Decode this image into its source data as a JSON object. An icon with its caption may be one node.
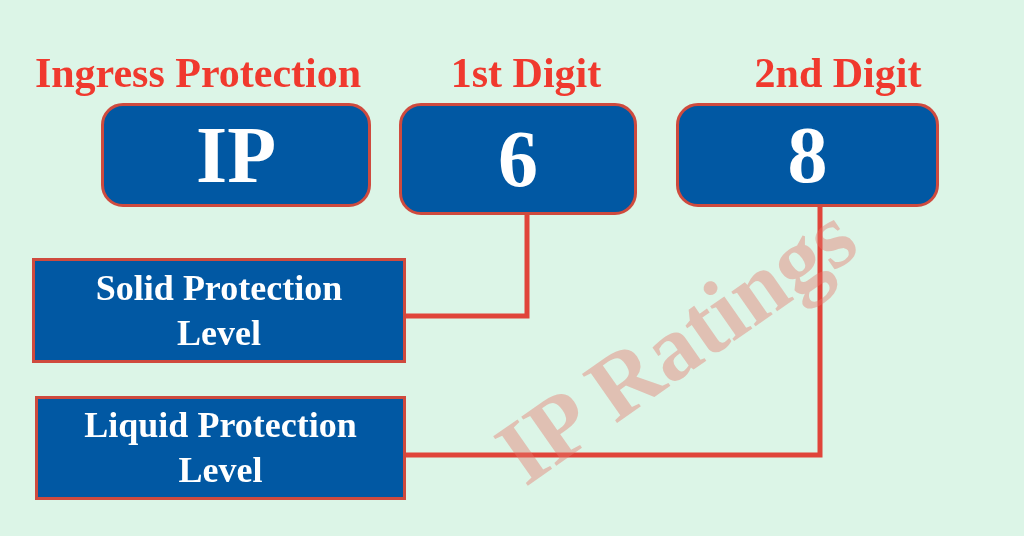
{
  "diagram": {
    "title": "IP Ratings",
    "nodes": [
      {
        "text": [
          "Ingress Protection",
          "IP"
        ]
      },
      {
        "text": [
          "1st Digit",
          "6"
        ]
      },
      {
        "text": [
          "2nd Digit",
          "8"
        ]
      },
      {
        "text": [
          "Solid Protection Level"
        ]
      },
      {
        "text": [
          "Liquid Protection Level"
        ]
      }
    ],
    "edges": [
      {
        "from": 1,
        "to": 3,
        "arrow": "none"
      },
      {
        "from": 2,
        "to": 4,
        "arrow": "none"
      }
    ]
  }
}
